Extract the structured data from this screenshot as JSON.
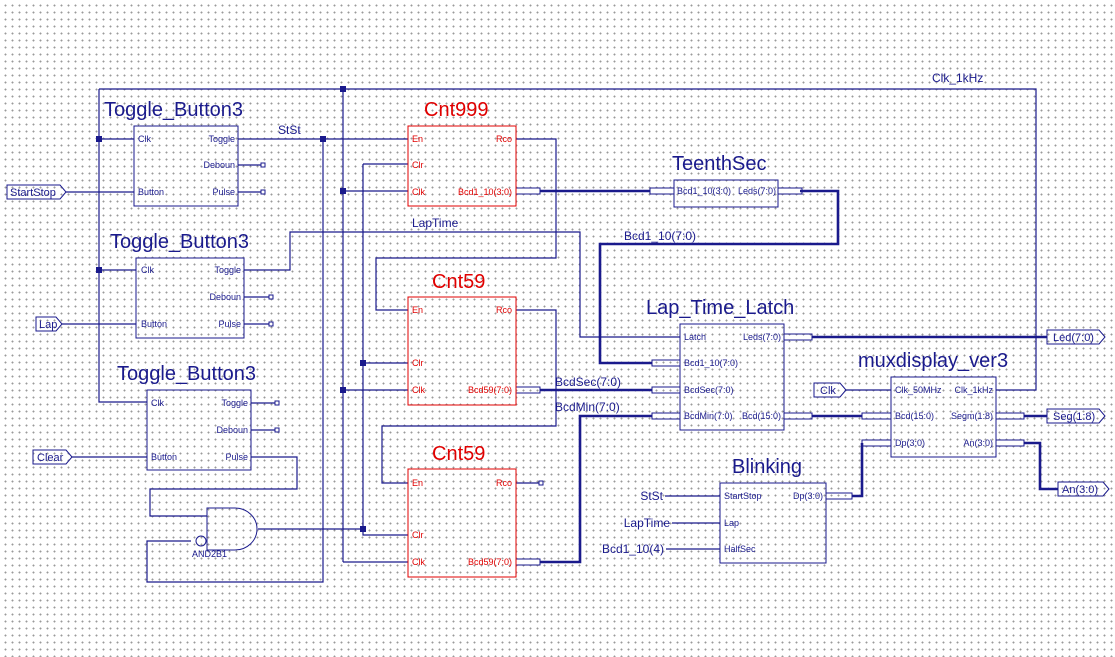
{
  "colors": {
    "wire": "#1a1a8c",
    "counter_block": "#e00000",
    "background": "#ffffff",
    "grid_dot": "#9a9a9a"
  },
  "blocks": {
    "toggle1": {
      "title": "Toggle_Button3",
      "pins": [
        "Clk",
        "Toggle",
        "Deboun",
        "Button",
        "Pulse"
      ]
    },
    "toggle2": {
      "title": "Toggle_Button3",
      "pins": [
        "Clk",
        "Toggle",
        "Deboun",
        "Button",
        "Pulse"
      ]
    },
    "toggle3": {
      "title": "Toggle_Button3",
      "pins": [
        "Clk",
        "Toggle",
        "Deboun",
        "Button",
        "Pulse"
      ]
    },
    "cnt999": {
      "title": "Cnt999",
      "pins": [
        "En",
        "Rco",
        "Clr",
        "Clk",
        "Bcd1_10(3:0)"
      ]
    },
    "cnt59a": {
      "title": "Cnt59",
      "pins": [
        "En",
        "Rco",
        "Clr",
        "Clk",
        "Bcd59(7:0)"
      ]
    },
    "cnt59b": {
      "title": "Cnt59",
      "pins": [
        "En",
        "Rco",
        "Clr",
        "Clk",
        "Bcd59(7:0)"
      ]
    },
    "teenthsec": {
      "title": "TeenthSec",
      "pins": [
        "Bcd1_10(3:0)",
        "Leds(7:0)"
      ]
    },
    "laplatch": {
      "title": "Lap_Time_Latch",
      "pins": [
        "Latch",
        "Leds(7:0)",
        "Bcd1_10(7:0)",
        "BcdSec(7:0)",
        "BcdMin(7:0)",
        "Bcd(15:0)"
      ]
    },
    "muxdisplay": {
      "title": "muxdisplay_ver3",
      "pins": [
        "Clk_50MHz",
        "Clk_1kHz",
        "Bcd(15:0)",
        "Segm(1:8)",
        "Dp(3:0)",
        "An(3:0)"
      ]
    },
    "blinking": {
      "title": "Blinking",
      "pins": [
        "StartStop",
        "Dp(3:0)",
        "Lap",
        "HalfSec"
      ]
    }
  },
  "gate": {
    "label": "AND2B1"
  },
  "ports": {
    "startstop": "StartStop",
    "lap": "Lap",
    "clear": "Clear",
    "clk": "Clk",
    "led": "Led(7:0)",
    "seg": "Seg(1:8)",
    "an": "An(3:0)"
  },
  "nets": {
    "stst": "StSt",
    "laptime": "LapTime",
    "bcd1_10": "Bcd1_10(7:0)",
    "bcdsec": "BcdSec(7:0)",
    "bcdmin": "BcdMin(7:0)",
    "clk1khz": "Clk_1kHz",
    "halfsec": "Bcd1_10(4)"
  }
}
